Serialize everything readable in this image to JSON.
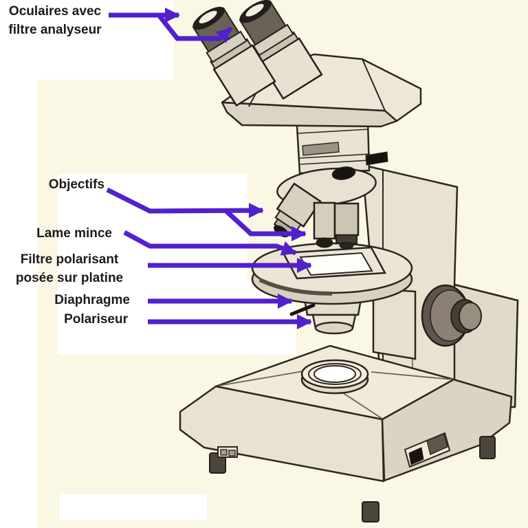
{
  "page": {
    "background_color": "#FAF7E4",
    "patch_color": "#FFFFFF",
    "arrow_color": "#5220CC",
    "ink_color": "#2B2620",
    "body_color": "#ECE4D4"
  },
  "diagram": {
    "type": "labeled-diagram",
    "labels": {
      "oculaires": "Oculaires avec filtre analyseur",
      "objectifs": "Objectifs",
      "lame_mince": "Lame mince",
      "filtre_polarisant": "Filtre polarisant posée sur platine",
      "diaphragme": "Diaphragme",
      "polariseur": "Polariseur"
    }
  }
}
